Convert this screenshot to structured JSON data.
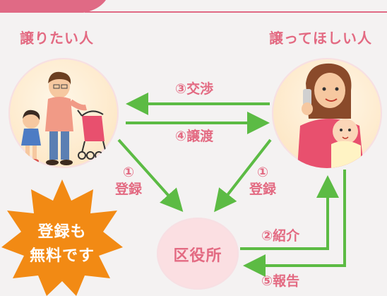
{
  "diagram": {
    "giver_label": "譲りたい人",
    "taker_label": "譲ってほしい人",
    "office_label": "区役所",
    "steps": {
      "negotiation": "③交渉",
      "transfer": "④譲渡",
      "register_left_num": "①",
      "register_left_text": "登録",
      "register_right_num": "①",
      "register_right_text": "登録",
      "introduction": "②紹介",
      "report": "⑤報告"
    },
    "badge_line1": "登録も",
    "badge_line2": "無料です"
  },
  "colors": {
    "arrow": "#5cbb44",
    "accent": "#e36a82",
    "badge": "#f28a14",
    "circle_fill": "#fde8c8",
    "office_fill": "#fbdfe2"
  }
}
